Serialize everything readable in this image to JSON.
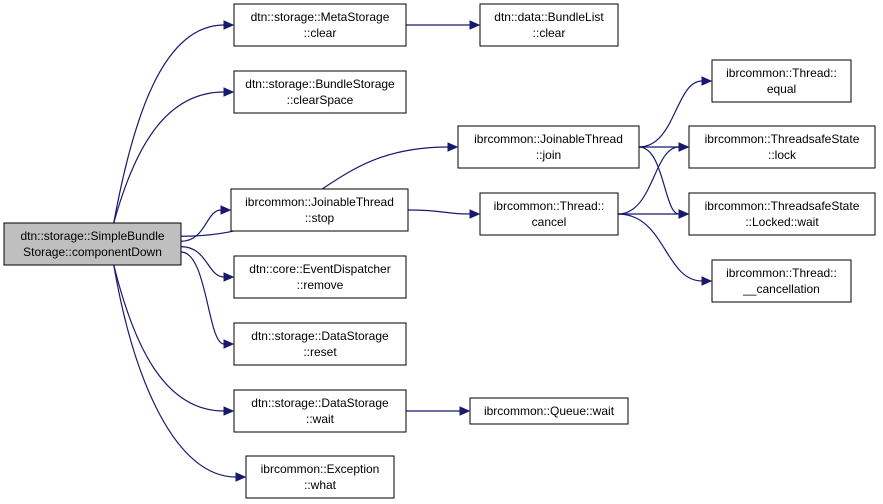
{
  "graph": {
    "nodes": [
      {
        "id": "root",
        "lines": [
          "dtn::storage::SimpleBundle",
          "Storage::componentDown"
        ],
        "root": true
      },
      {
        "id": "metastorage_clear",
        "lines": [
          "dtn::storage::MetaStorage",
          "::clear"
        ]
      },
      {
        "id": "bundlelist_clear",
        "lines": [
          "dtn::data::BundleList",
          "::clear"
        ]
      },
      {
        "id": "bundlestorage_clearspace",
        "lines": [
          "dtn::storage::BundleStorage",
          "::clearSpace"
        ]
      },
      {
        "id": "joinable_join",
        "lines": [
          "ibrcommon::JoinableThread",
          "::join"
        ]
      },
      {
        "id": "thread_equal",
        "lines": [
          "ibrcommon::Thread::",
          "equal"
        ]
      },
      {
        "id": "tss_lock",
        "lines": [
          "ibrcommon::ThreadsafeState",
          "::lock"
        ]
      },
      {
        "id": "joinable_stop",
        "lines": [
          "ibrcommon::JoinableThread",
          "::stop"
        ]
      },
      {
        "id": "thread_cancel",
        "lines": [
          "ibrcommon::Thread::",
          "cancel"
        ]
      },
      {
        "id": "tss_locked_wait",
        "lines": [
          "ibrcommon::ThreadsafeState",
          "::Locked::wait"
        ]
      },
      {
        "id": "thread_cancellation",
        "lines": [
          "ibrcommon::Thread::",
          "__cancellation"
        ]
      },
      {
        "id": "eventdispatcher_remove",
        "lines": [
          "dtn::core::EventDispatcher",
          "::remove"
        ]
      },
      {
        "id": "datastorage_reset",
        "lines": [
          "dtn::storage::DataStorage",
          "::reset"
        ]
      },
      {
        "id": "datastorage_wait",
        "lines": [
          "dtn::storage::DataStorage",
          "::wait"
        ]
      },
      {
        "id": "queue_wait",
        "lines": [
          "ibrcommon::Queue::wait"
        ]
      },
      {
        "id": "exception_what",
        "lines": [
          "ibrcommon::Exception",
          "::what"
        ]
      }
    ],
    "edges": [
      {
        "from": "root",
        "to": "metastorage_clear"
      },
      {
        "from": "root",
        "to": "bundlestorage_clearspace"
      },
      {
        "from": "root",
        "to": "joinable_join"
      },
      {
        "from": "root",
        "to": "joinable_stop"
      },
      {
        "from": "root",
        "to": "eventdispatcher_remove"
      },
      {
        "from": "root",
        "to": "datastorage_reset"
      },
      {
        "from": "root",
        "to": "datastorage_wait"
      },
      {
        "from": "root",
        "to": "exception_what"
      },
      {
        "from": "metastorage_clear",
        "to": "bundlelist_clear"
      },
      {
        "from": "joinable_join",
        "to": "thread_equal"
      },
      {
        "from": "joinable_join",
        "to": "tss_lock"
      },
      {
        "from": "joinable_join",
        "to": "tss_locked_wait"
      },
      {
        "from": "joinable_stop",
        "to": "thread_cancel"
      },
      {
        "from": "thread_cancel",
        "to": "tss_lock"
      },
      {
        "from": "thread_cancel",
        "to": "tss_locked_wait"
      },
      {
        "from": "thread_cancel",
        "to": "thread_cancellation"
      },
      {
        "from": "datastorage_wait",
        "to": "queue_wait"
      }
    ],
    "colors": {
      "edge": "#191970",
      "root_fill": "#bfbfbf",
      "node_fill": "#ffffff",
      "border": "#000000"
    }
  }
}
